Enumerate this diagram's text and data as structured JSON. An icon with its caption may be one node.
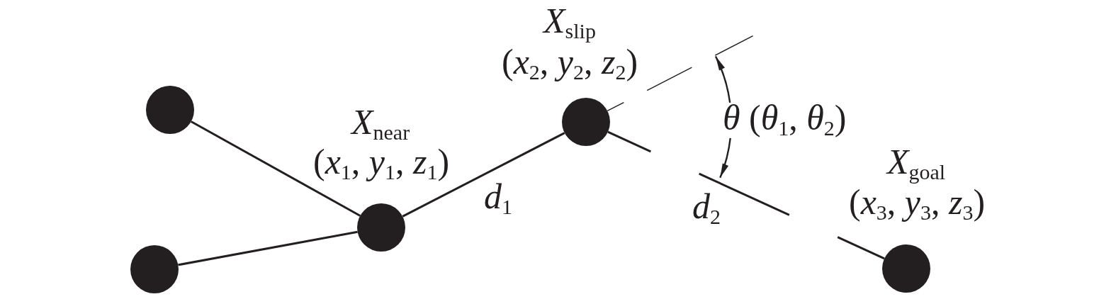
{
  "diagram": {
    "nodes": [
      {
        "text": [],
        "shape": "circle"
      },
      {
        "text": [],
        "shape": "circle"
      },
      {
        "text": [],
        "shape": "circle",
        "beside": [
          "*X*$_{near}$",
          "(*x*$_{1}$, *y*$_{1}$, *z*$_{1}$)"
        ]
      },
      {
        "text": [],
        "shape": "circle",
        "beside": [
          "*X*$_{slip}$",
          "(*x*$_{2}$, *y*$_{2}$, *z*$_{2}$)"
        ]
      },
      {
        "text": [],
        "shape": "circle",
        "beside": [
          "*X*$_{goal}$",
          "(*x*$_{3}$, *y*$_{3}$, *z*$_{3}$)"
        ]
      }
    ],
    "edges": [
      {
        "from": 0,
        "to": 2,
        "arrow": "none"
      },
      {
        "from": 1,
        "to": 2,
        "arrow": "none"
      },
      {
        "from": 2,
        "to": 3,
        "arrow": "none",
        "label": "*d*$_{1}$"
      },
      {
        "from": 3,
        "to": 4,
        "arrow": "none",
        "label": "*d*$_{2}$",
        "style": "dashed"
      }
    ],
    "labels": [
      "*θ* (*θ*$_{1}$, *θ*$_{2}$)"
    ]
  }
}
